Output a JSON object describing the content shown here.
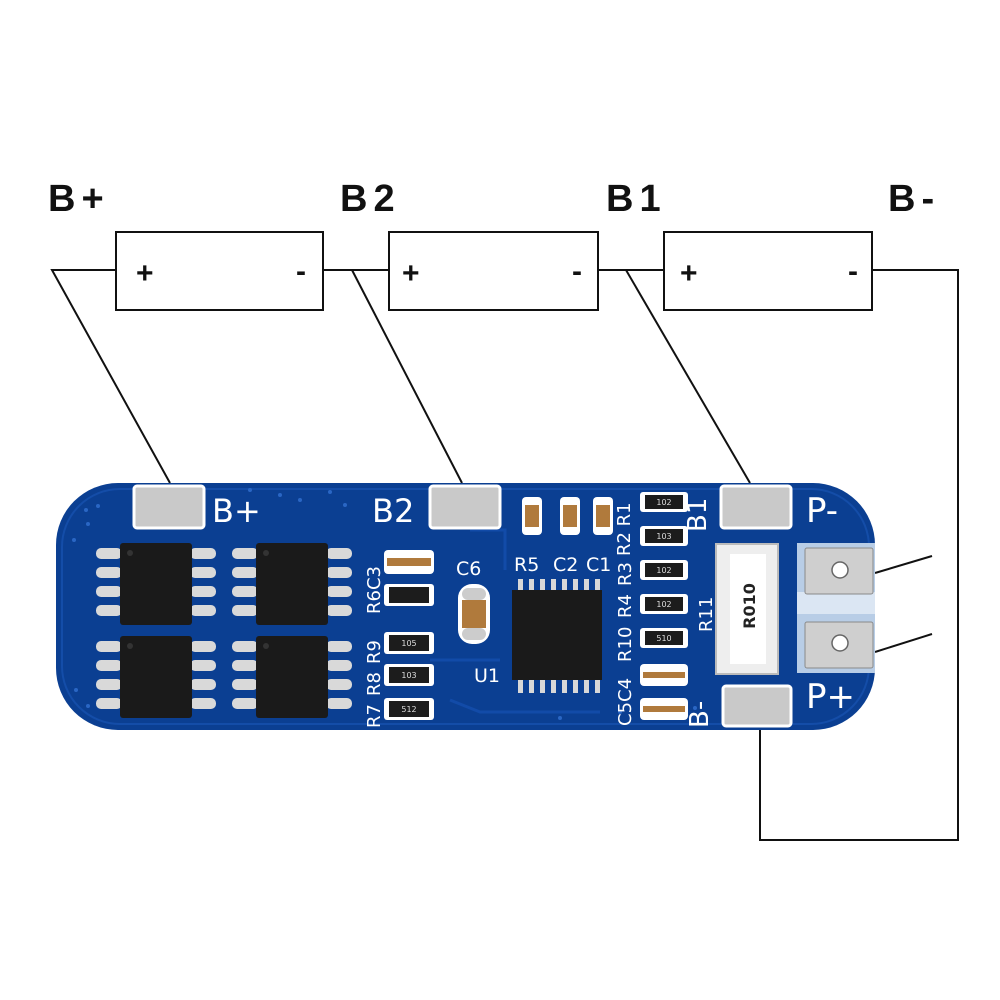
{
  "terminals": {
    "b_plus": "B+",
    "b2": "B2",
    "b1": "B1",
    "b_minus": "B-"
  },
  "cells": [
    {
      "pos": "+",
      "neg": "-"
    },
    {
      "pos": "+",
      "neg": "-"
    },
    {
      "pos": "+",
      "neg": "-"
    }
  ],
  "board": {
    "pad_labels": {
      "b_plus": "B+",
      "b2": "B2",
      "b1": "B1",
      "p_minus": "P-",
      "p_plus": "P+",
      "b_minus": "B-"
    },
    "silkscreen": {
      "r5": "R5",
      "c2": "C2",
      "c1": "C1",
      "r2r1": "R2 R1",
      "r6c3": "R6C3",
      "c6": "C6",
      "r3": "R3",
      "r4": "R4",
      "r10": "R10",
      "r11": "R11",
      "c5c4": "C5C4",
      "r9": "R9",
      "r8": "R8",
      "r7": "R7",
      "u1": "U1"
    },
    "shunt_marking": "R010",
    "resistor_codes": [
      "102",
      "103",
      "102",
      "102",
      "510",
      "105",
      "103",
      "512"
    ],
    "colors": {
      "pcb": "#0b3f92",
      "pad": "#c9c9c9",
      "ic": "#1a1a1a",
      "silk": "#ffffff"
    }
  }
}
